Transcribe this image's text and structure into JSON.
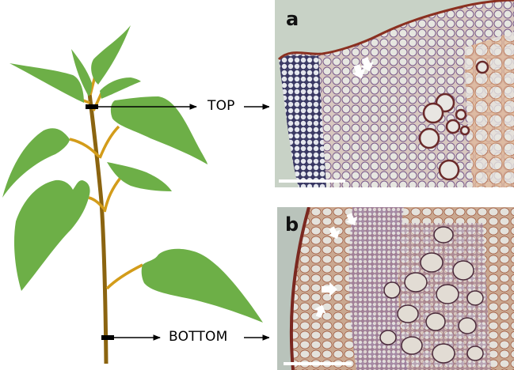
{
  "figure": {
    "description": "Plant stem schematic with cross-section micrographs at top and bottom positions",
    "plant": {
      "leaf_color": "#6daf47",
      "stem_color": "#8b6410",
      "petiole_color": "#d39c1a",
      "marker_color": "#000000"
    },
    "labels": {
      "top": "TOP",
      "bottom": "BOTTOM"
    },
    "panels": [
      {
        "id": "a",
        "letter": "a",
        "position": "TOP",
        "background": "#c8d2c6",
        "scale_bar_color": "#ffffff",
        "white_arrows": 2
      },
      {
        "id": "b",
        "letter": "b",
        "position": "BOTTOM",
        "background": "#b9c3bb",
        "scale_bar_color": "#ffffff",
        "white_arrows": 4
      }
    ]
  }
}
